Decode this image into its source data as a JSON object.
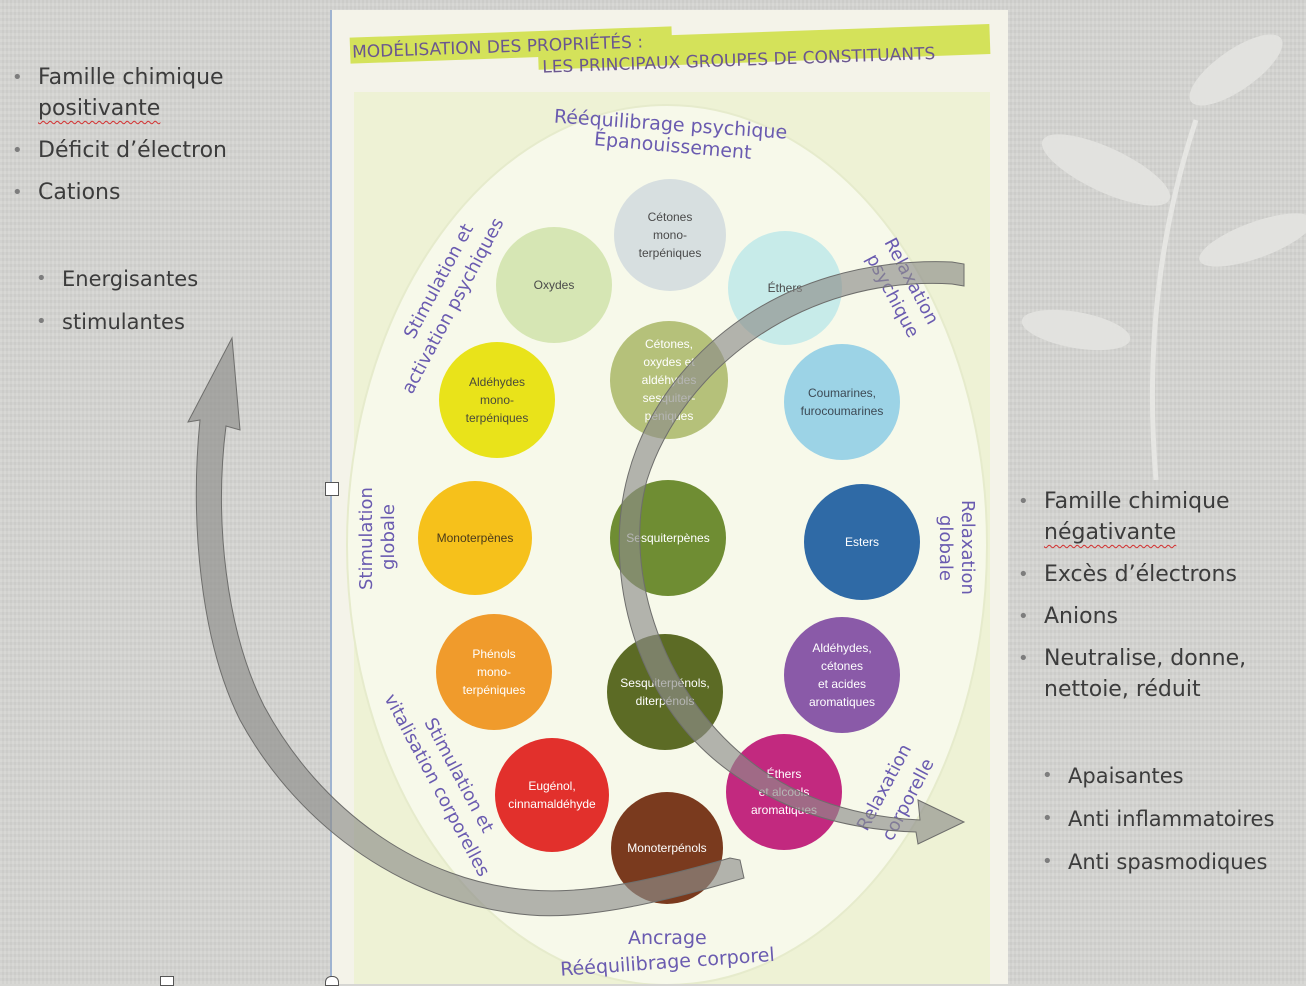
{
  "title": {
    "line1": "MODÉLISATION DES PROPRIÉTÉS :",
    "line2": "LES PRINCIPAUX GROUPES DE CONSTITUANTS"
  },
  "left_panel": {
    "list1": [
      "Famille chimique",
      "positivante",
      "Déficit d’électron",
      "Cations"
    ],
    "list2": [
      "Energisantes",
      "stimulantes"
    ]
  },
  "right_panel": {
    "list1": [
      "Famille chimique",
      "négativante",
      "Excès d’électrons",
      "Anions",
      "Neutralise, donne,",
      "nettoie, réduit"
    ],
    "list2": [
      "Apaisantes",
      "Anti inflammatoires",
      "Anti spasmodiques"
    ]
  },
  "ring_labels": {
    "top_1": "Rééquilibrage psychique",
    "top_2": "Épanouissement",
    "upper_left_1": "Stimulation et",
    "upper_left_2": "activation psychiques",
    "upper_right_1": "Relaxation",
    "upper_right_2": "psychique",
    "left_1": "Stimulation",
    "left_2": "globale",
    "right_1": "Relaxation",
    "right_2": "globale",
    "lower_left_1": "Stimulation et",
    "lower_left_2": "vitalisation corporelles",
    "lower_right_1": "Relaxation",
    "lower_right_2": "corporelle",
    "bottom_1": "Ancrage",
    "bottom_2": "Rééquilibrage corporel"
  },
  "circles": [
    {
      "id": "cetones-mono",
      "lines": [
        "Cétones",
        "mono-",
        "terpéniques"
      ],
      "color": "#d7dfe0",
      "text_color": "#4a4a4a"
    },
    {
      "id": "oxydes",
      "lines": [
        "Oxydes"
      ],
      "color": "#d6e6b4",
      "text_color": "#4a4a4a"
    },
    {
      "id": "ethers",
      "lines": [
        "Éthers"
      ],
      "color": "#c7ebe9",
      "text_color": "#4a4a4a"
    },
    {
      "id": "aldehydes-mono",
      "lines": [
        "Aldéhydes",
        "mono-",
        "terpéniques"
      ],
      "color": "#e9e31a",
      "text_color": "#4a4a3a"
    },
    {
      "id": "cetones-oxydes-sesqui",
      "lines": [
        "Cétones,",
        "oxydes et",
        "aldéhydes",
        "sesquiter-",
        "péniques"
      ],
      "color": "#b5c17a",
      "text_color": "#ffffff"
    },
    {
      "id": "coumarines",
      "lines": [
        "Coumarines,",
        "furocoumarines"
      ],
      "color": "#9cd3e6",
      "text_color": "#3d4a55"
    },
    {
      "id": "monoterpenes",
      "lines": [
        "Monoterpènes"
      ],
      "color": "#f6c11b",
      "text_color": "#4a3a1a"
    },
    {
      "id": "sesquiterpenes",
      "lines": [
        "Sesquiterpènes"
      ],
      "color": "#6f8d33",
      "text_color": "#ffffff"
    },
    {
      "id": "esters",
      "lines": [
        "Esters"
      ],
      "color": "#2f6aa6",
      "text_color": "#ffffff"
    },
    {
      "id": "phenols-mono",
      "lines": [
        "Phénols",
        "mono-",
        "terpéniques"
      ],
      "color": "#f09b2c",
      "text_color": "#ffffff"
    },
    {
      "id": "sesquiterpenols",
      "lines": [
        "Sesquiterpénols,",
        "diterpénols"
      ],
      "color": "#5c6b25",
      "text_color": "#ffffff"
    },
    {
      "id": "aldehydes-cetones-acides",
      "lines": [
        "Aldéhydes,",
        "cétones",
        "et acides",
        "aromatiques"
      ],
      "color": "#8a5aa8",
      "text_color": "#ffffff"
    },
    {
      "id": "eugenol",
      "lines": [
        "Eugénol,",
        "cinnamaldéhyde"
      ],
      "color": "#e2302c",
      "text_color": "#ffffff"
    },
    {
      "id": "ethers-alcools",
      "lines": [
        "Éthers",
        "et alcools",
        "aromatiques"
      ],
      "color": "#c2297f",
      "text_color": "#ffffff"
    },
    {
      "id": "monoterpenols",
      "lines": [
        "Monoterpénols"
      ],
      "color": "#7a3a1e",
      "text_color": "#ffffff"
    }
  ],
  "colors": {
    "ring_text": "#6a5bb0",
    "title_highlight": "#d4e25a",
    "title_text": "#6a5690",
    "arrow_fill": "#8d8d8b",
    "ellipse_fill": "#f1f4dc",
    "inner_fill": "#eef2d5"
  }
}
